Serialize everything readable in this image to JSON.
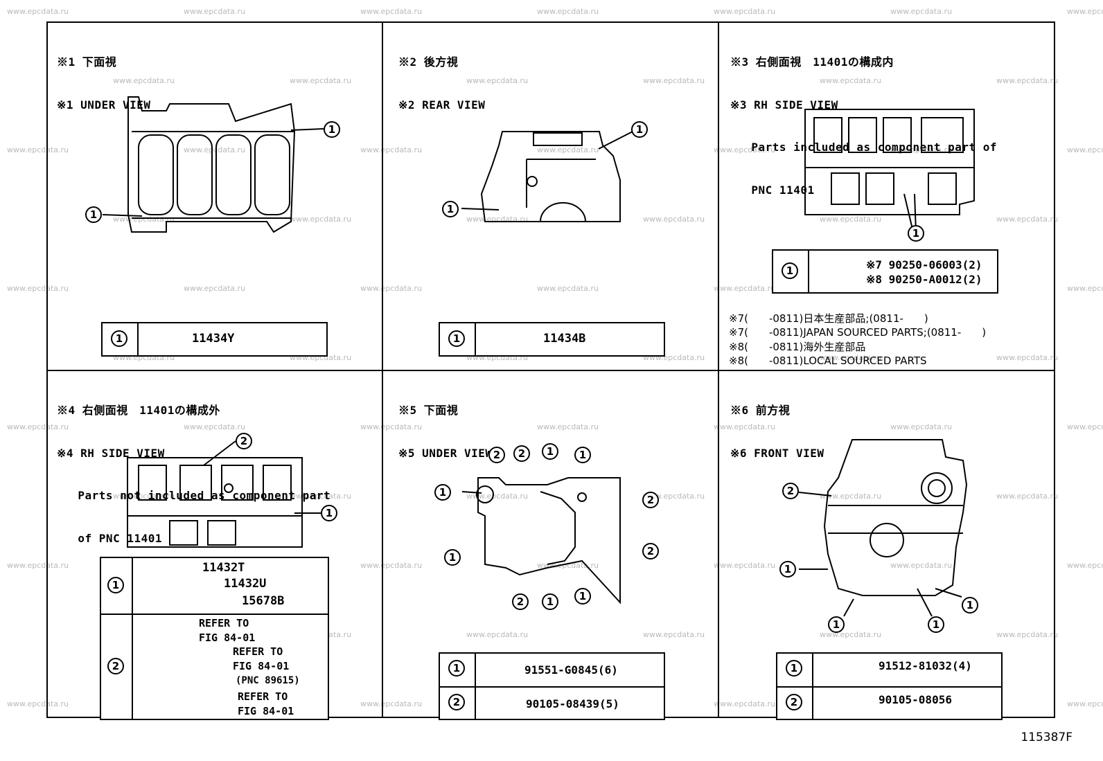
{
  "watermark": "www.epcdata.ru",
  "figure_id": "115387F",
  "panels": [
    {
      "line1": "※1 下面視",
      "line2": "※1 UNDER VIEW",
      "line3": "",
      "line4": "",
      "table": [
        {
          "no": "1",
          "part": "11434Y"
        }
      ]
    },
    {
      "line1": "※2 後方視",
      "line2": "※2 REAR VIEW",
      "line3": "",
      "line4": "",
      "table": [
        {
          "no": "1",
          "part": "11434B"
        }
      ]
    },
    {
      "line1": "※3 右側面視　11401の構成内",
      "line2": "※3 RH SIDE VIEW",
      "line3": "   Parts included as component part of",
      "line4": "   PNC 11401",
      "table": [
        {
          "no": "1",
          "p1": "※7 90250-06003(2)",
          "p2": "※8 90250-A0012(2)"
        }
      ],
      "notes": [
        "※7(　　-0811)日本生産部品;(0811-　　)",
        "※7(　　-0811)JAPAN SOURCED PARTS;(0811-　　)",
        "※8(　　-0811)海外生産部品",
        "※8(　　-0811)LOCAL SOURCED PARTS"
      ]
    },
    {
      "line1": "※4 右側面視　11401の構成外",
      "line2": "※4 RH SIDE VIEW",
      "line3": "   Parts not included as component part",
      "line4": "   of PNC 11401",
      "table": [
        {
          "no": "1",
          "parts": [
            "11432T",
            "11432U",
            "15678B"
          ]
        },
        {
          "no": "2",
          "parts": [
            "REFER TO",
            "FIG 84-01",
            "REFER TO",
            "FIG 84-01",
            "(PNC 89615)",
            "REFER TO",
            "FIG 84-01"
          ]
        }
      ]
    },
    {
      "line1": "※5 下面視",
      "line2": "※5 UNDER VIEW",
      "line3": "",
      "line4": "",
      "table": [
        {
          "no": "1",
          "part": "91551-G0845(6)"
        },
        {
          "no": "2",
          "part": "90105-08439(5)"
        }
      ]
    },
    {
      "line1": "※6 前方視",
      "line2": "※6 FRONT VIEW",
      "line3": "",
      "line4": "",
      "table": [
        {
          "no": "1",
          "part": "91512-81032(4)"
        },
        {
          "no": "2",
          "part": "90105-08056"
        }
      ]
    }
  ]
}
